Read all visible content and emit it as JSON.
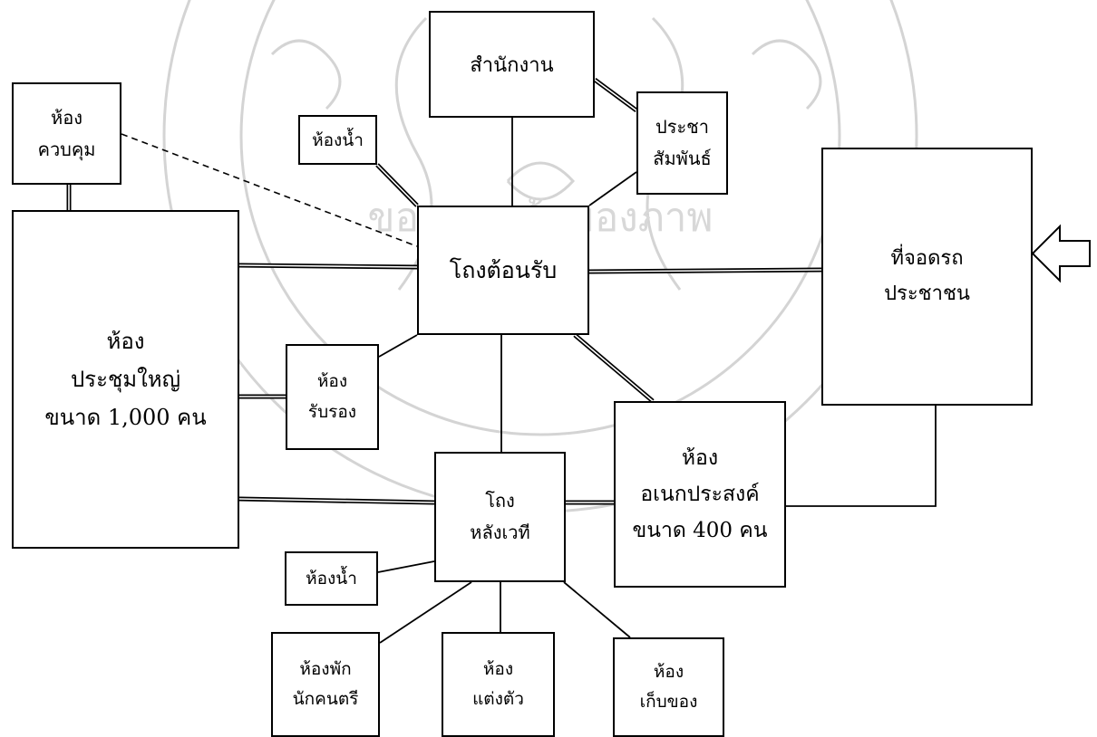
{
  "diagram": {
    "nodes": {
      "office": {
        "lines": [
          "สำนักงาน"
        ]
      },
      "control_room": {
        "lines": [
          "ห้อง",
          "ควบคุม"
        ]
      },
      "restroom_top": {
        "lines": [
          "ห้องน้ำ"
        ]
      },
      "public_relations": {
        "lines": [
          "ประชา",
          "สัมพันธ์"
        ]
      },
      "lobby": {
        "lines": [
          "โถงต้อนรับ"
        ]
      },
      "parking": {
        "lines": [
          "ที่จอดรถ",
          "ประชาชน"
        ]
      },
      "main_hall": {
        "lines": [
          "ห้อง",
          "ประชุมใหญ่",
          "ขนาด 1,000 คน"
        ]
      },
      "reception_room": {
        "lines": [
          "ห้อง",
          "รับรอง"
        ]
      },
      "multipurpose_room": {
        "lines": [
          "ห้อง",
          "อเนกประสงค์",
          "ขนาด 400 คน"
        ]
      },
      "backstage": {
        "lines": [
          "โถง",
          "หลังเวที"
        ]
      },
      "restroom_bottom": {
        "lines": [
          "ห้องน้ำ"
        ]
      },
      "musicians_lounge": {
        "lines": [
          "ห้องพัก",
          "นักคนตรี"
        ]
      },
      "dressing_room": {
        "lines": [
          "ห้อง",
          "แต่งตัว"
        ]
      },
      "storage_room": {
        "lines": [
          "ห้อง",
          "เก็บของ"
        ]
      }
    },
    "entrance_arrow": {
      "direction": "left",
      "icon": "entrance-arrow-icon"
    },
    "link_styles": {
      "single": "thin line",
      "double": "double line",
      "dashed": "dashed line"
    }
  },
  "watermark": {
    "icon": "university-seal-watermark",
    "text": "ขอบคุณเจ้าของภาพ",
    "color": "#cfcfcf"
  }
}
